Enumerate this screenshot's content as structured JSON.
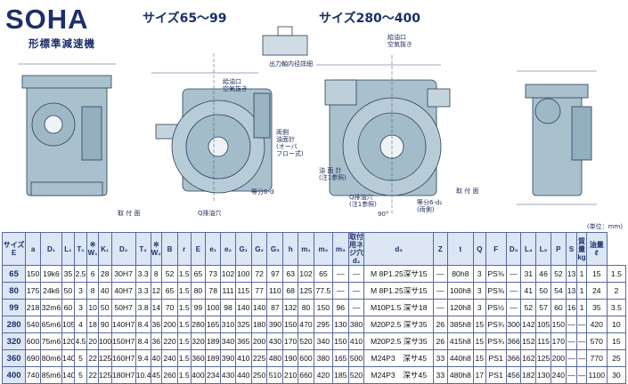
{
  "header": {
    "title": "SOHA",
    "subtitle": "形標準減速機",
    "size_small": "サイズ65～99",
    "size_large": "サイズ280～400"
  },
  "labels": {
    "shaft_detail": "出力軸内径詳細",
    "oil_inlet_1": "給油口\n空気抜き",
    "oil_inlet_2": "給油口\n空気抜き",
    "oil_gauge_small": "両側\n油面計\n(オーバ\nフロー式)",
    "mounting_1": "取 付 面",
    "mounting_2": "取 付 面",
    "drain": "Q排油穴",
    "oil_gauge_large": "油 面 計\n(注1参照)",
    "drain_large": "Q排油穴\n(注1参照)",
    "equal_small": "等分6-d",
    "equal_large": "等分6-d₂\n(両側)",
    "angle": "90°",
    "unit": "(単位：mm)"
  },
  "table": {
    "headers": [
      "サイズ\nE",
      "a",
      "D₁",
      "L₁",
      "T₁",
      "※\nW₁",
      "K₁",
      "D₂",
      "T₂",
      "※\nW₂",
      "B",
      "r",
      "E",
      "e₁",
      "e₂",
      "G₁",
      "G₂",
      "G₃",
      "h",
      "m₁",
      "m₂",
      "m₃",
      "取付用ネジ穴\nd₂",
      "d₃",
      "Z",
      "t",
      "Q",
      "F",
      "D₃",
      "L₄",
      "L₅",
      "P",
      "S",
      "質量\nkg",
      "油量\nℓ"
    ],
    "rows": [
      [
        "65",
        "150",
        "19k6",
        "35",
        "2.5",
        "6",
        "28",
        "30H7",
        "3.3",
        "8",
        "52",
        "1.5",
        "65",
        "73",
        "102",
        "100",
        "72",
        "97",
        "63",
        "102",
        "65",
        "—",
        "—",
        "M 8P1.25深サ15",
        "—",
        "80h8",
        "3",
        "PS⅜",
        "—",
        "31",
        "46",
        "52",
        "13",
        "1",
        "15",
        "1.5"
      ],
      [
        "80",
        "175",
        "24k6",
        "50",
        "3",
        "8",
        "40",
        "40H7",
        "3.3",
        "12",
        "65",
        "1.5",
        "80",
        "78",
        "111",
        "115",
        "77",
        "110",
        "68",
        "125",
        "77.5",
        "—",
        "—",
        "M 8P1.25深サ15",
        "—",
        "100h8",
        "3",
        "PS⅜",
        "—",
        "41",
        "50",
        "54",
        "13",
        "1",
        "24",
        "2"
      ],
      [
        "99",
        "218",
        "32m6",
        "60",
        "3",
        "10",
        "50",
        "50H7",
        "3.8",
        "14",
        "70",
        "1.5",
        "99",
        "100",
        "98",
        "140",
        "140",
        "87",
        "132",
        "80",
        "150",
        "96",
        "—",
        "M10P1.5 深サ18",
        "—",
        "120h8",
        "3",
        "PS½",
        "—",
        "52",
        "57",
        "60",
        "16",
        "1",
        "35",
        "3.5"
      ],
      [
        "280",
        "540",
        "65m6",
        "105",
        "4",
        "18",
        "90",
        "140H7",
        "8.4",
        "36",
        "200",
        "1.5",
        "280",
        "165",
        "310",
        "325",
        "180",
        "390",
        "150",
        "470",
        "295",
        "130",
        "380",
        "M20P2.5 深サ35",
        "26",
        "385h8",
        "15",
        "PS¾",
        "300",
        "142",
        "105",
        "150",
        "—",
        "—",
        "420",
        "10"
      ],
      [
        "320",
        "600",
        "75m6",
        "120",
        "4.5",
        "20",
        "100",
        "150H7",
        "8.4",
        "36",
        "220",
        "1.5",
        "320",
        "189",
        "340",
        "365",
        "200",
        "430",
        "170",
        "520",
        "340",
        "150",
        "410",
        "M20P2.5 深サ35",
        "26",
        "415h8",
        "15",
        "PS¾",
        "366",
        "152",
        "115",
        "170",
        "—",
        "—",
        "570",
        "15"
      ],
      [
        "360",
        "690",
        "80m6",
        "140",
        "5",
        "22",
        "125",
        "160H7",
        "9.4",
        "40",
        "240",
        "1.5",
        "360",
        "189",
        "390",
        "410",
        "225",
        "480",
        "190",
        "600",
        "380",
        "165",
        "500",
        "M24P3　深サ45",
        "33",
        "440h8",
        "15",
        "PS1",
        "366",
        "162",
        "125",
        "200",
        "—",
        "—",
        "770",
        "25"
      ],
      [
        "400",
        "740",
        "85m6",
        "140",
        "5",
        "22",
        "125",
        "180H7",
        "10.4",
        "45",
        "260",
        "1.5",
        "400",
        "234",
        "430",
        "440",
        "250",
        "510",
        "210",
        "660",
        "420",
        "185",
        "520",
        "M24P3　深サ45",
        "33",
        "480h8",
        "17",
        "PS1",
        "456",
        "182",
        "130",
        "240",
        "—",
        "—",
        "1100",
        "30"
      ]
    ]
  }
}
